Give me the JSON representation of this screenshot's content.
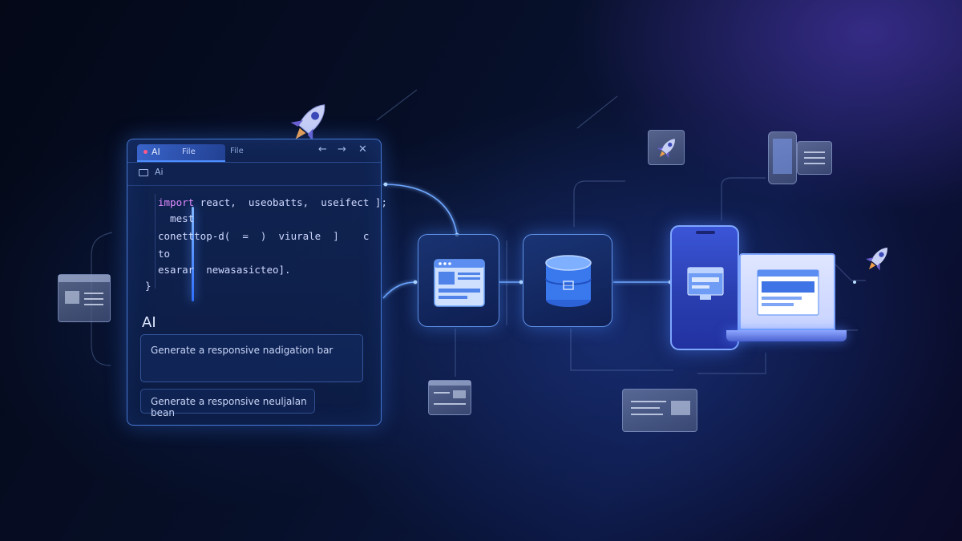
{
  "editor": {
    "tabs": [
      {
        "label": "AI"
      },
      {
        "label": "File"
      },
      {
        "label": "File"
      }
    ],
    "window_controls": {
      "back": "←",
      "forward": "→",
      "close": "✕"
    },
    "toolbar_label": "Ai",
    "code_lines": [
      {
        "keyword": "import",
        "rest": " react,  useobatts,  useifect ];"
      },
      {
        "keyword": "",
        "rest": "  mest"
      },
      {
        "keyword": "",
        "rest": "conetttop-d(  =  )  viurale  ]    c"
      },
      {
        "keyword": "",
        "rest": "to"
      },
      {
        "keyword": "",
        "rest": "esarar  newasasicteo]."
      },
      {
        "keyword": "",
        "rest": "}"
      }
    ],
    "ai_label": "AI",
    "prompt_text": "Generate a responsive nadigation bar",
    "suggestion_text": "Generate a responsive neuljalan bean"
  },
  "icons": {
    "rocket": "rocket-icon",
    "browser": "browser-window-icon",
    "database": "database-icon",
    "phone": "smartphone-icon",
    "laptop": "laptop-icon"
  },
  "colors": {
    "accent": "#4d8dff",
    "glow": "#6fa8ff",
    "background": "#060b22",
    "purple_haze": "#5a3cbe",
    "rocket_body": "#c8cff5",
    "rocket_flame": "#f0a04a"
  }
}
